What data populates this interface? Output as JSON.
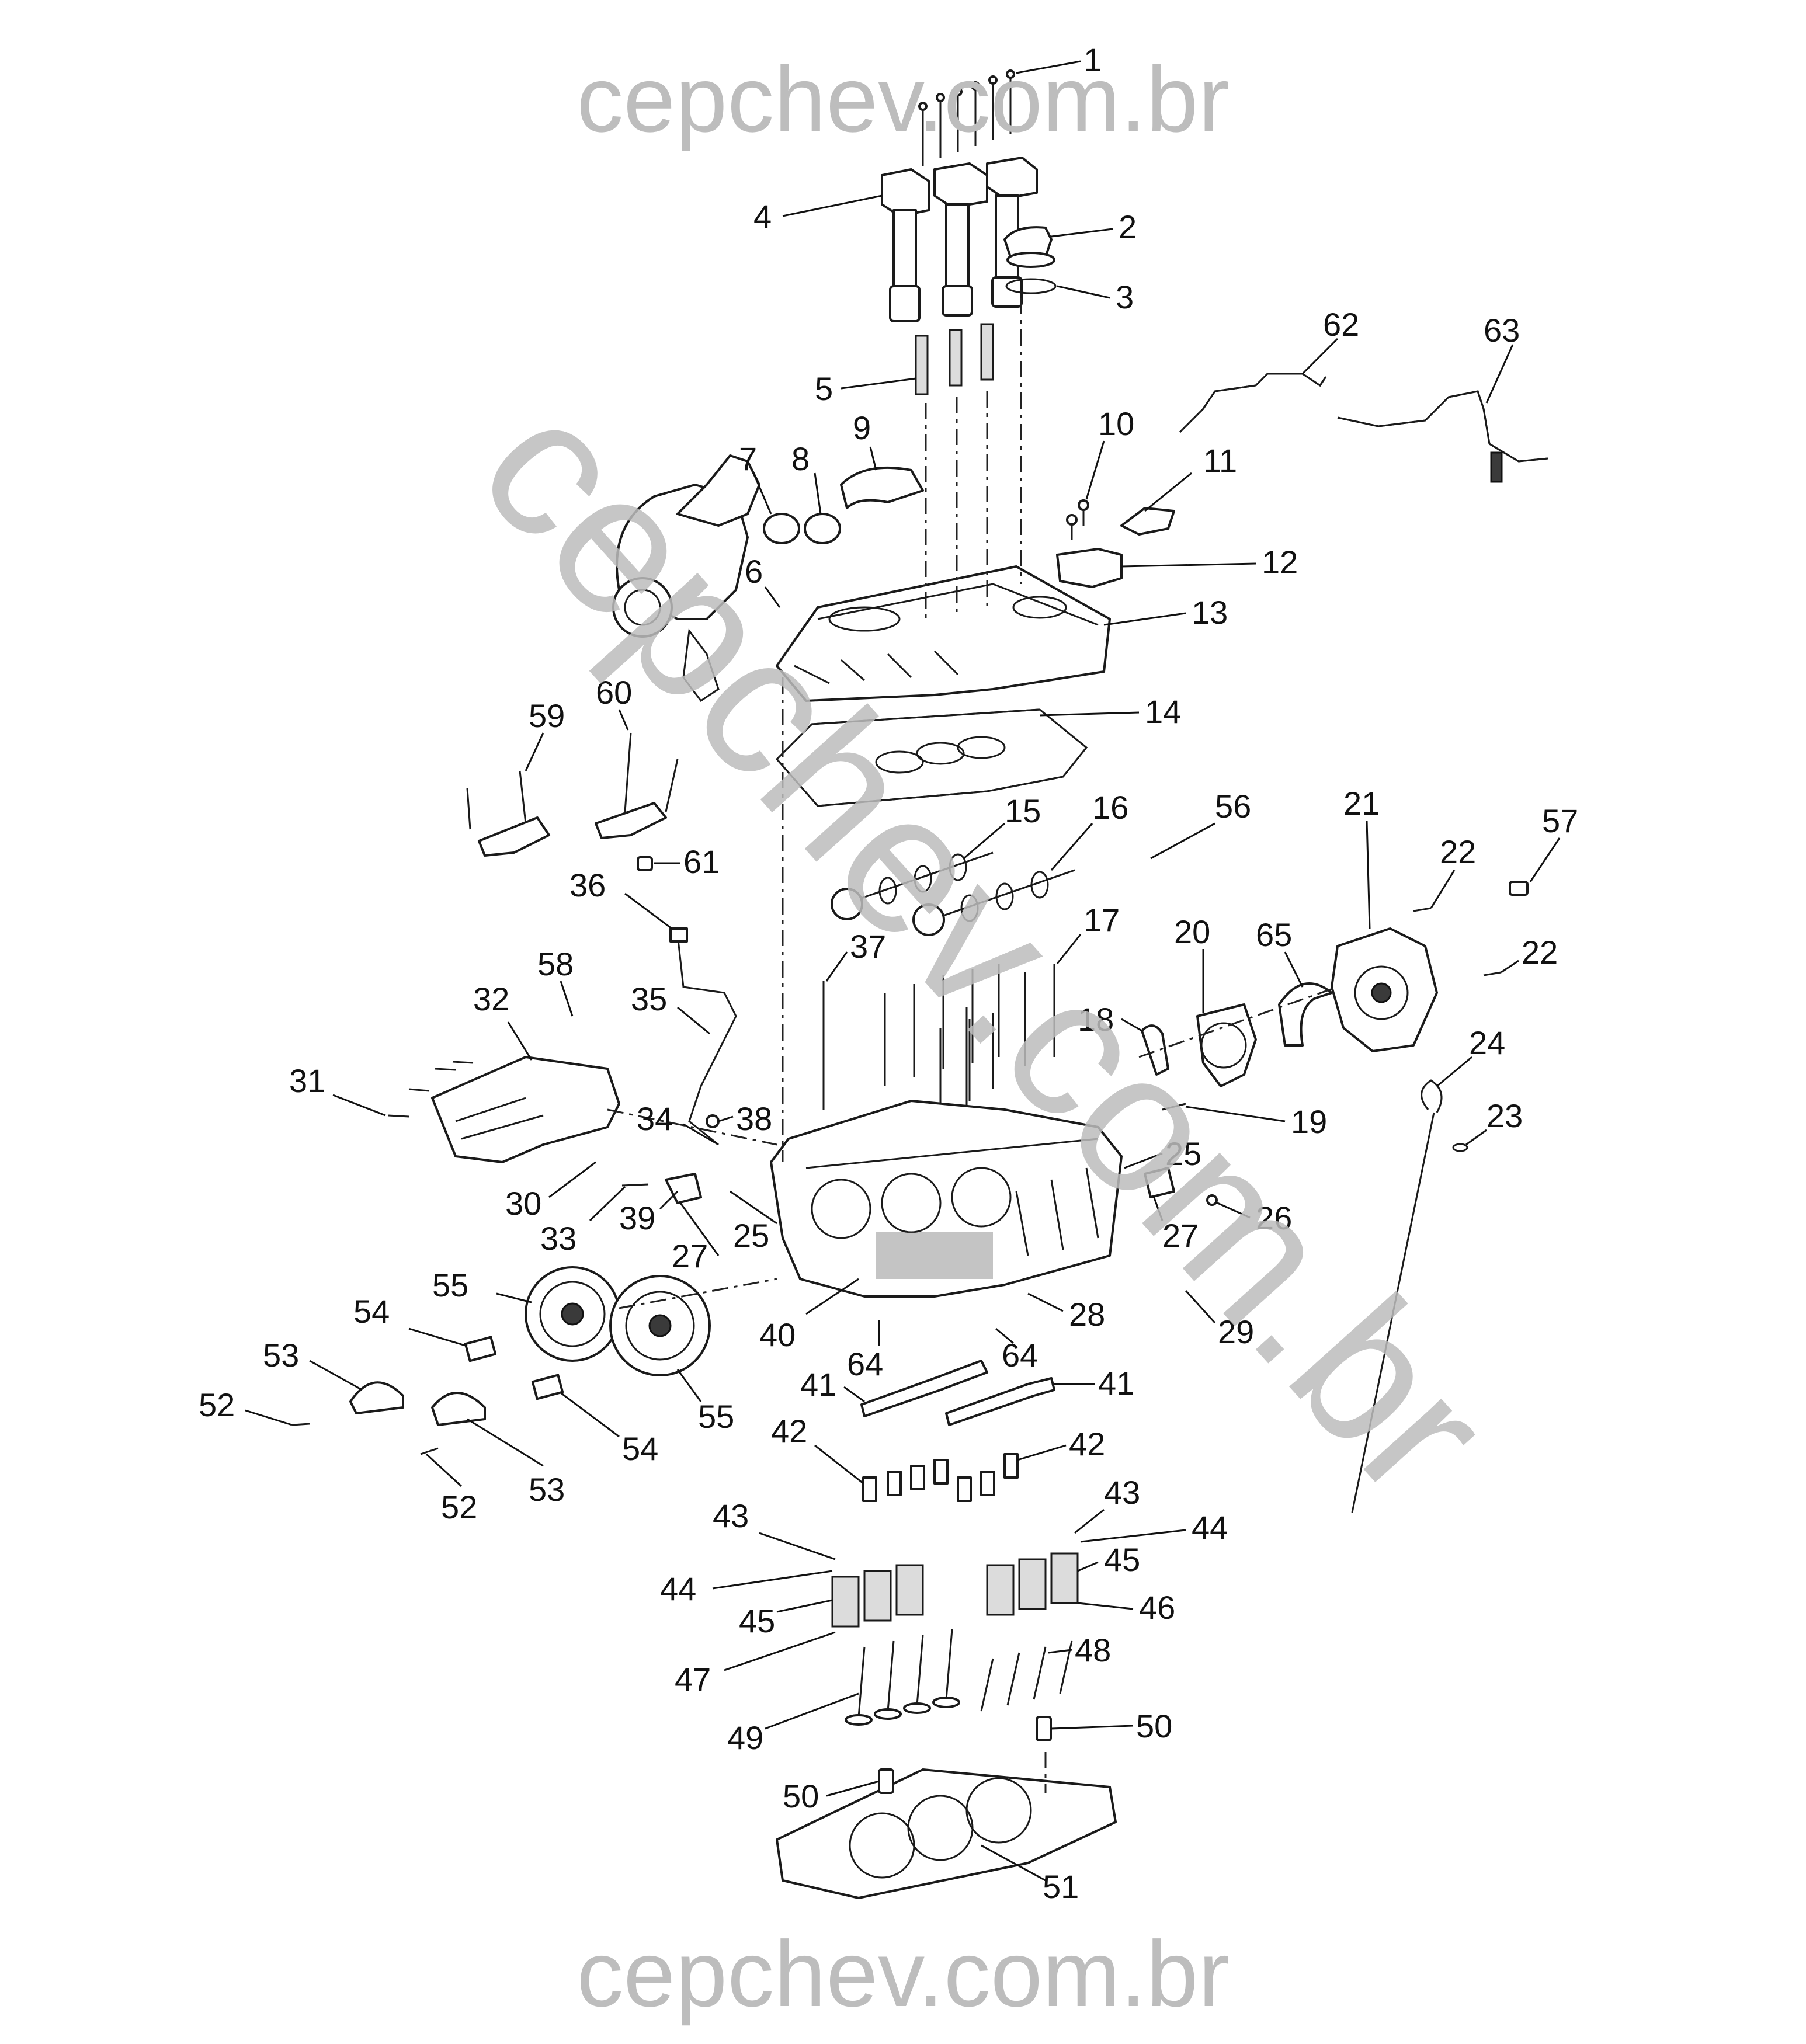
{
  "watermark": {
    "top": "cepchev.com.br",
    "bottom": "cepchev.com.br",
    "diagonal": "cepchev.com.br",
    "color": "#bdbdbd"
  },
  "callouts": [
    {
      "id": "1",
      "label": "1"
    },
    {
      "id": "2",
      "label": "2"
    },
    {
      "id": "3",
      "label": "3"
    },
    {
      "id": "4",
      "label": "4"
    },
    {
      "id": "5",
      "label": "5"
    },
    {
      "id": "6",
      "label": "6"
    },
    {
      "id": "7",
      "label": "7"
    },
    {
      "id": "8",
      "label": "8"
    },
    {
      "id": "9",
      "label": "9"
    },
    {
      "id": "10",
      "label": "10"
    },
    {
      "id": "11",
      "label": "11"
    },
    {
      "id": "12",
      "label": "12"
    },
    {
      "id": "13",
      "label": "13"
    },
    {
      "id": "14",
      "label": "14"
    },
    {
      "id": "15",
      "label": "15"
    },
    {
      "id": "16",
      "label": "16"
    },
    {
      "id": "17",
      "label": "17"
    },
    {
      "id": "18",
      "label": "18"
    },
    {
      "id": "19",
      "label": "19"
    },
    {
      "id": "20",
      "label": "20"
    },
    {
      "id": "21",
      "label": "21"
    },
    {
      "id": "22a",
      "label": "22"
    },
    {
      "id": "22b",
      "label": "22"
    },
    {
      "id": "23",
      "label": "23"
    },
    {
      "id": "24",
      "label": "24"
    },
    {
      "id": "25a",
      "label": "25"
    },
    {
      "id": "25b",
      "label": "25"
    },
    {
      "id": "26",
      "label": "26"
    },
    {
      "id": "27a",
      "label": "27"
    },
    {
      "id": "27b",
      "label": "27"
    },
    {
      "id": "28",
      "label": "28"
    },
    {
      "id": "29",
      "label": "29"
    },
    {
      "id": "30",
      "label": "30"
    },
    {
      "id": "31",
      "label": "31"
    },
    {
      "id": "32",
      "label": "32"
    },
    {
      "id": "33",
      "label": "33"
    },
    {
      "id": "34",
      "label": "34"
    },
    {
      "id": "35",
      "label": "35"
    },
    {
      "id": "36",
      "label": "36"
    },
    {
      "id": "37",
      "label": "37"
    },
    {
      "id": "38",
      "label": "38"
    },
    {
      "id": "39",
      "label": "39"
    },
    {
      "id": "40",
      "label": "40"
    },
    {
      "id": "41a",
      "label": "41"
    },
    {
      "id": "41b",
      "label": "41"
    },
    {
      "id": "42a",
      "label": "42"
    },
    {
      "id": "42b",
      "label": "42"
    },
    {
      "id": "43a",
      "label": "43"
    },
    {
      "id": "43b",
      "label": "43"
    },
    {
      "id": "44a",
      "label": "44"
    },
    {
      "id": "44b",
      "label": "44"
    },
    {
      "id": "45a",
      "label": "45"
    },
    {
      "id": "45b",
      "label": "45"
    },
    {
      "id": "46",
      "label": "46"
    },
    {
      "id": "47",
      "label": "47"
    },
    {
      "id": "48",
      "label": "48"
    },
    {
      "id": "49",
      "label": "49"
    },
    {
      "id": "50a",
      "label": "50"
    },
    {
      "id": "50b",
      "label": "50"
    },
    {
      "id": "51",
      "label": "51"
    },
    {
      "id": "52a",
      "label": "52"
    },
    {
      "id": "52b",
      "label": "52"
    },
    {
      "id": "53a",
      "label": "53"
    },
    {
      "id": "53b",
      "label": "53"
    },
    {
      "id": "54a",
      "label": "54"
    },
    {
      "id": "54b",
      "label": "54"
    },
    {
      "id": "55a",
      "label": "55"
    },
    {
      "id": "55b",
      "label": "55"
    },
    {
      "id": "56",
      "label": "56"
    },
    {
      "id": "57",
      "label": "57"
    },
    {
      "id": "58",
      "label": "58"
    },
    {
      "id": "59",
      "label": "59"
    },
    {
      "id": "60",
      "label": "60"
    },
    {
      "id": "61",
      "label": "61"
    },
    {
      "id": "62",
      "label": "62"
    },
    {
      "id": "63",
      "label": "63"
    },
    {
      "id": "64a",
      "label": "64"
    },
    {
      "id": "64b",
      "label": "64"
    },
    {
      "id": "65",
      "label": "65"
    }
  ]
}
